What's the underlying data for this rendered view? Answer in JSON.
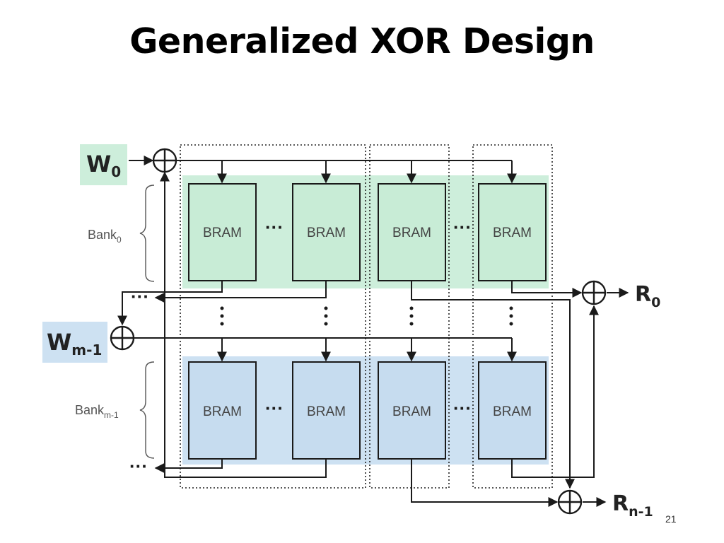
{
  "slide": {
    "title": "Generalized XOR Design",
    "page_number": "21"
  },
  "diagram": {
    "block_label": "BRAM",
    "ellipsis": "···",
    "banks": [
      {
        "name": "Bank",
        "subscript": "0"
      },
      {
        "name": "Bank",
        "subscript": "m-1"
      }
    ],
    "write_ports": [
      {
        "name": "W",
        "subscript": "0"
      },
      {
        "name": "W",
        "subscript": "m-1"
      }
    ],
    "read_ports": [
      {
        "name": "R",
        "subscript": "0"
      },
      {
        "name": "R",
        "subscript": "n-1"
      }
    ],
    "colors": {
      "bank0_fill": "#cdeedb",
      "bank0_block": "#c8ecd6",
      "bankm1_fill": "#cde1f2",
      "bankm1_block": "#c6dcef",
      "line": "#1a1a1a"
    }
  }
}
